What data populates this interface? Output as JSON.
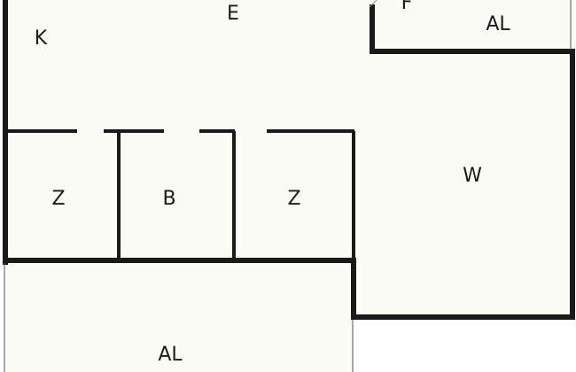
{
  "floor_plan": {
    "rooms": {
      "kitchen": "K",
      "entry": "E",
      "f_room": "F",
      "al_top": "AL",
      "z_left": "Z",
      "bath": "B",
      "z_right": "Z",
      "living": "W",
      "al_bottom": "AL"
    },
    "colors": {
      "wall": "#1a1a1a",
      "floor": "#fcfcf6",
      "background": "#ffffff"
    }
  }
}
